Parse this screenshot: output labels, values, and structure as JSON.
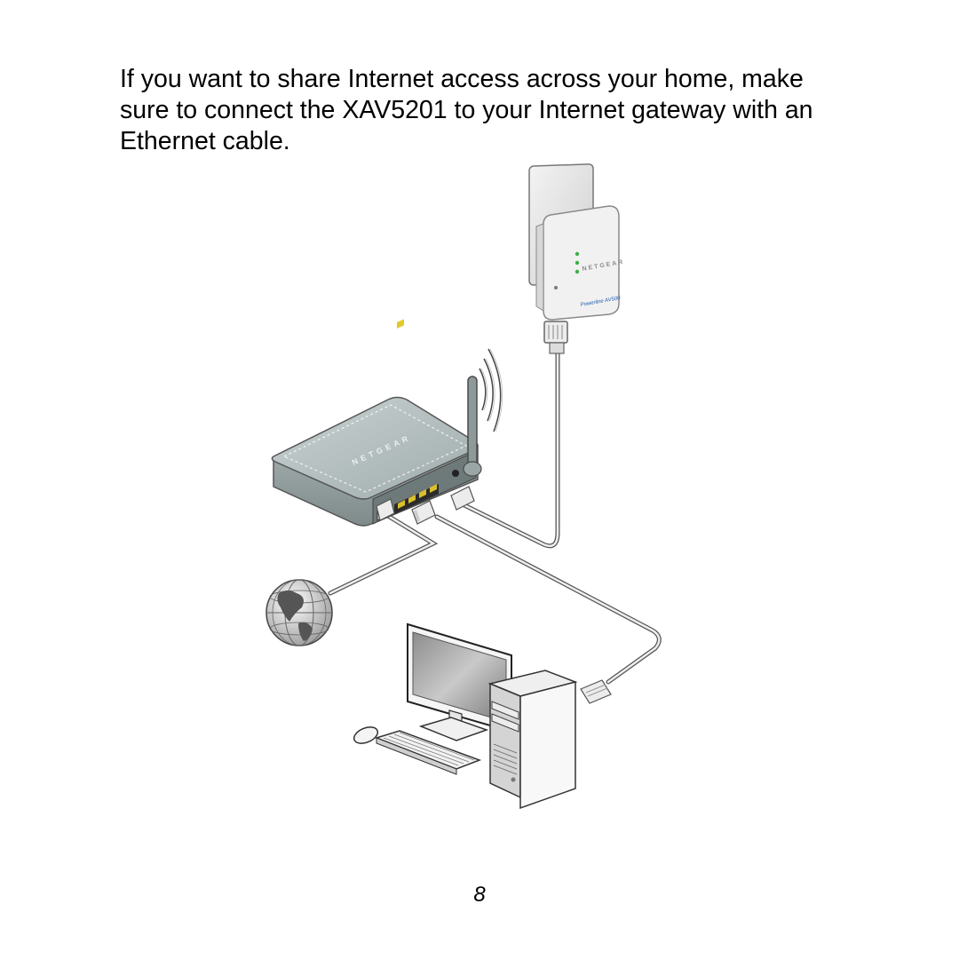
{
  "text": {
    "lines": [
      "If you want to share Internet access across your home, make",
      "sure to connect the XAV5201 to your Internet gateway with an",
      "Ethernet cable."
    ]
  },
  "diagram": {
    "router_brand": "NETGEAR",
    "adapter_brand": "NETGEAR",
    "adapter_logo": "Powerline AV500"
  },
  "page_number": "8"
}
